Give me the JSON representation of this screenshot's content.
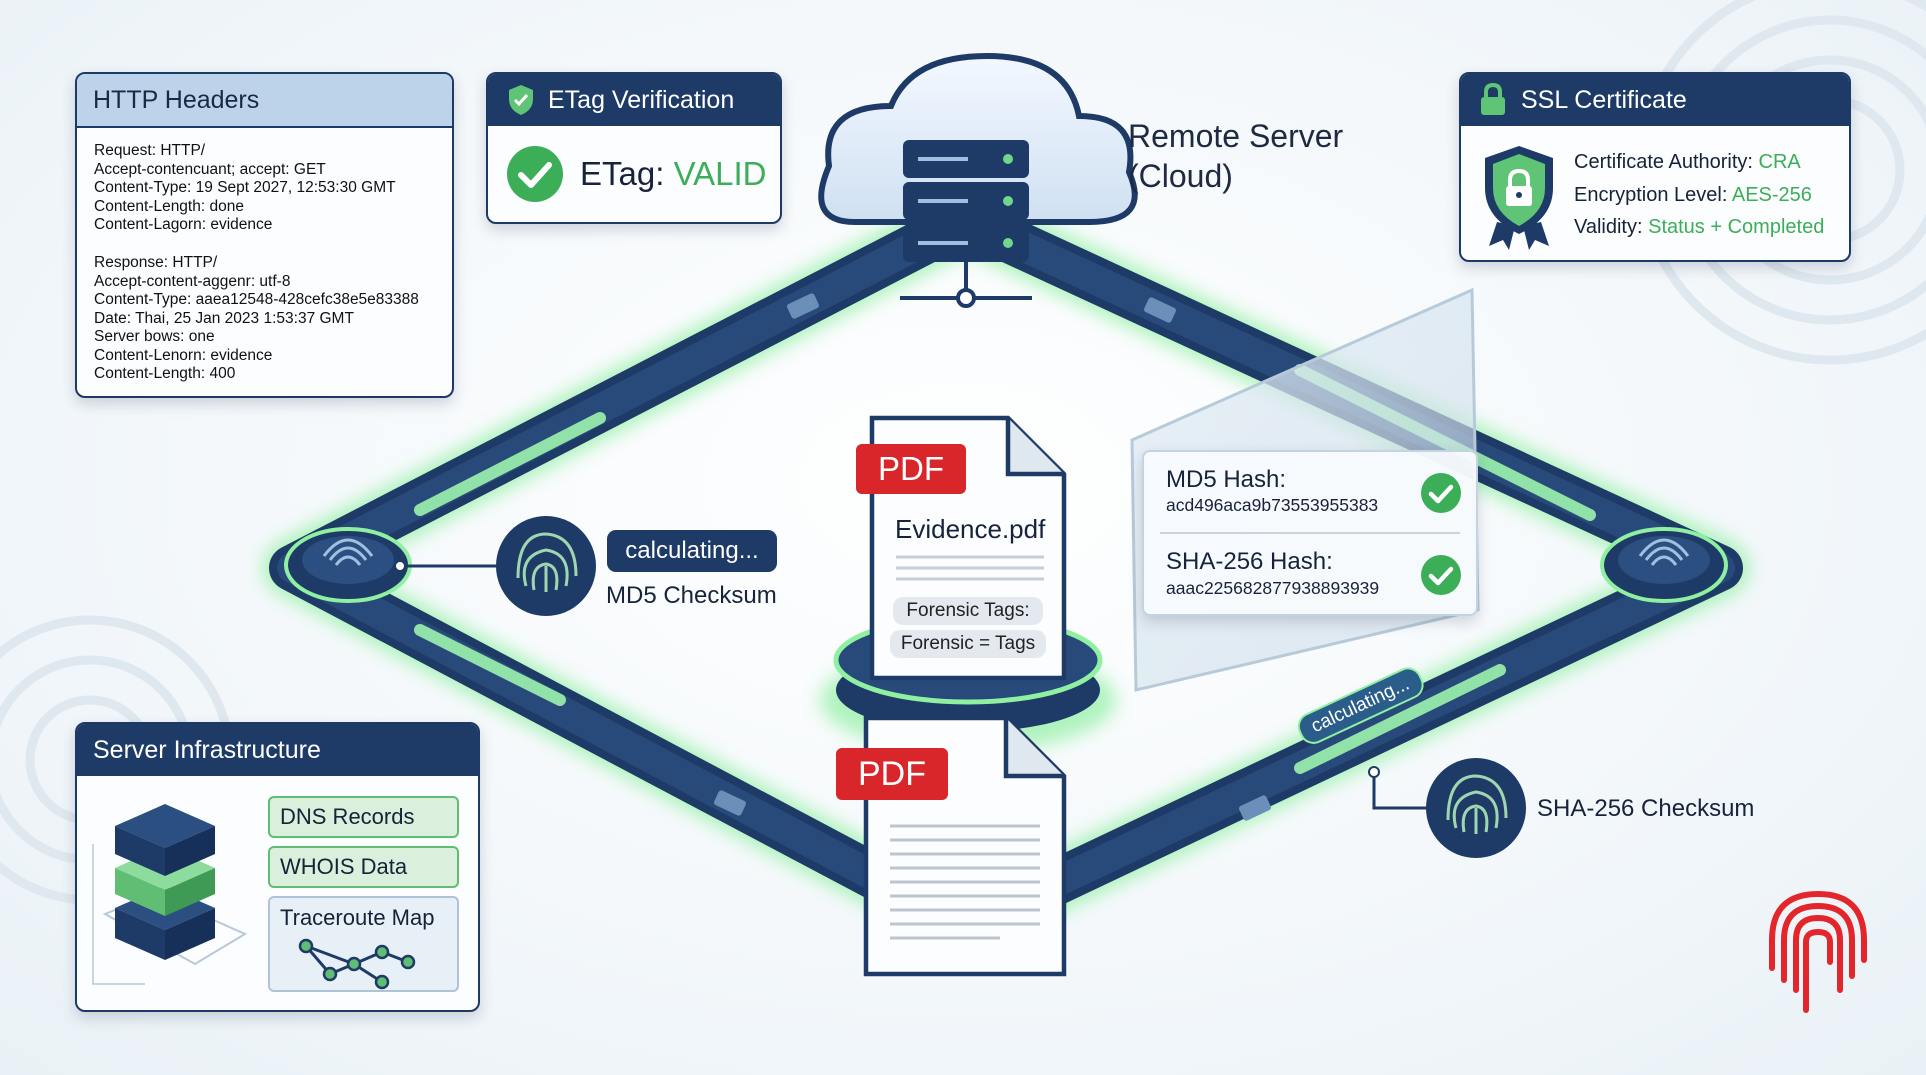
{
  "http_headers": {
    "title": "HTTP Headers",
    "request_lines": [
      "Request: HTTP/",
      "Accept-contencuant; accept: GET",
      "Content-Type: 19 Sept 2027, 12:53:30 GMT",
      "Content-Length: done",
      "Content-Lagorn: evidence"
    ],
    "response_lines": [
      "Response: HTTP/",
      "Accept-content-aggenr: utf-8",
      "Content-Type: aaea12548-428cefc38e5e83388",
      "Date: Thai, 25 Jan 2023 1:53:37 GMT",
      "Server bows: one",
      "Content-Lenorn: evidence",
      "Content-Length: 400"
    ]
  },
  "etag": {
    "title": "ETag Verification",
    "label": "ETag:",
    "status": "VALID"
  },
  "server": {
    "line1": "Remote Server",
    "line2": "(Cloud)"
  },
  "ssl": {
    "title": "SSL Certificate",
    "rows": [
      {
        "key": "Certificate Authority:",
        "value": "CRA"
      },
      {
        "key": "Encryption Level:",
        "value": "AES-256"
      },
      {
        "key": "Validity:",
        "value": "Status + Completed"
      }
    ]
  },
  "hashes": {
    "md5_label": "MD5 Hash:",
    "md5_value": "acd496aca9b73553955383",
    "sha_label": "SHA-256 Hash:",
    "sha_value": "aaac225682877938893939"
  },
  "md5_node": {
    "status": "calculating...",
    "label": "MD5 Checksum"
  },
  "sha_node": {
    "status": "calculating...",
    "label": "SHA-256 Checksum"
  },
  "evidence_doc": {
    "badge": "PDF",
    "filename": "Evidence.pdf",
    "tags": [
      "Forensic Tags:",
      "Forensic = Tags"
    ]
  },
  "second_doc": {
    "badge": "PDF"
  },
  "infrastructure": {
    "title": "Server Infrastructure",
    "items": [
      "DNS Records",
      "WHOIS Data",
      "Traceroute Map"
    ]
  },
  "colors": {
    "navy": "#1e3a66",
    "green": "#3cae58",
    "glow": "#7be08f",
    "pdf_red": "#d8262b",
    "logo_red": "#e3262b"
  }
}
